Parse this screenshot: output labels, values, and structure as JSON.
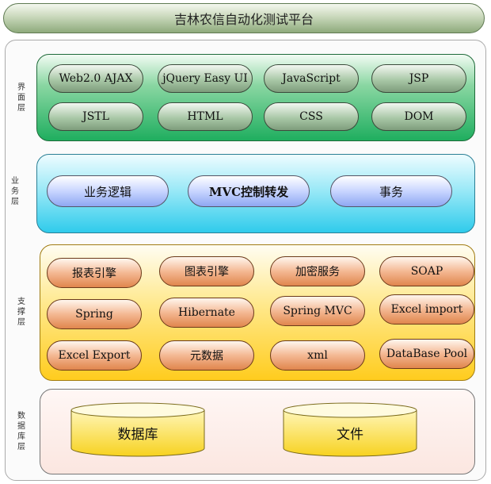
{
  "title": "吉林农信自动化测试平台",
  "layers": {
    "ui": {
      "label": "界面层",
      "items": [
        "Web2.0 AJAX",
        "jQuery Easy UI",
        "JavaScript",
        "JSP",
        "JSTL",
        "HTML",
        "CSS",
        "DOM"
      ]
    },
    "business": {
      "label": "业务层",
      "items": [
        "业务逻辑",
        "MVC控制转发",
        "事务"
      ]
    },
    "support": {
      "label": "支撑层",
      "items": [
        "报表引擎",
        "图表引擎",
        "加密服务",
        "SOAP",
        "Spring",
        "Hibernate",
        "Spring MVC",
        "Excel import",
        "Excel Export",
        "元数据",
        "xml",
        "DataBase Pool"
      ]
    },
    "data": {
      "label": "数据库层",
      "items": [
        "数据库",
        "文件"
      ]
    }
  }
}
